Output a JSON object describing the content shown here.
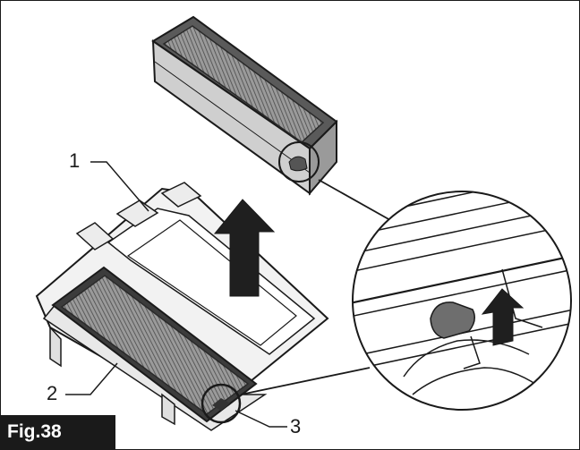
{
  "figure": {
    "label": "Fig.38"
  },
  "callouts": [
    {
      "id": "1",
      "text": "1"
    },
    {
      "id": "2",
      "text": "2"
    },
    {
      "id": "3",
      "text": "3"
    }
  ],
  "colors": {
    "ink": "#1a1a1a",
    "filter_pleats": "#8a8a8a",
    "filter_frame": "#3c3c3c",
    "housing": "#f2f2f2",
    "arrow": "#1f1f1f"
  },
  "icons": [
    "up-arrow-icon",
    "magnifier-circle-icon"
  ]
}
